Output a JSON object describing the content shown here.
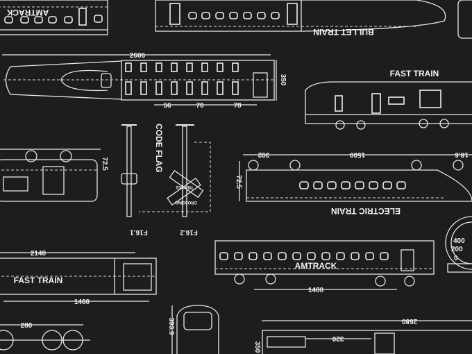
{
  "labels": {
    "amtrack_top": "AMTRACK",
    "bullet_train": "BULLET TRAIN",
    "fast_train_right": "FAST TRAIN",
    "code_flag": "CODE FLAG",
    "electric_train": "ELECTRIC TRAIN",
    "fast_train_left": "FAST TRAIN",
    "amtrack_bottom": "AMTRACK",
    "f16_1": "F16.1",
    "f16_2": "F16.2",
    "sign_tracks": "TRACKS",
    "sign_crossing": "CROSSING"
  },
  "dimensions": {
    "d2606": "2606",
    "d350_top": "350",
    "d56": "56",
    "d70": "70",
    "d78": "78",
    "d72_5_left": "72.5",
    "d302": "302",
    "d1500": "1500",
    "d18_6": "18.6",
    "d72_5_mid": "72.5",
    "d2148": "2148",
    "d1460": "1460",
    "d1480": "1480",
    "d280": "280",
    "d393_9": "393.9",
    "d2580": "2580",
    "d320": "320",
    "d350_bottom": "350"
  },
  "gauge": {
    "t400": "400",
    "t200": "200",
    "t0": "0"
  }
}
